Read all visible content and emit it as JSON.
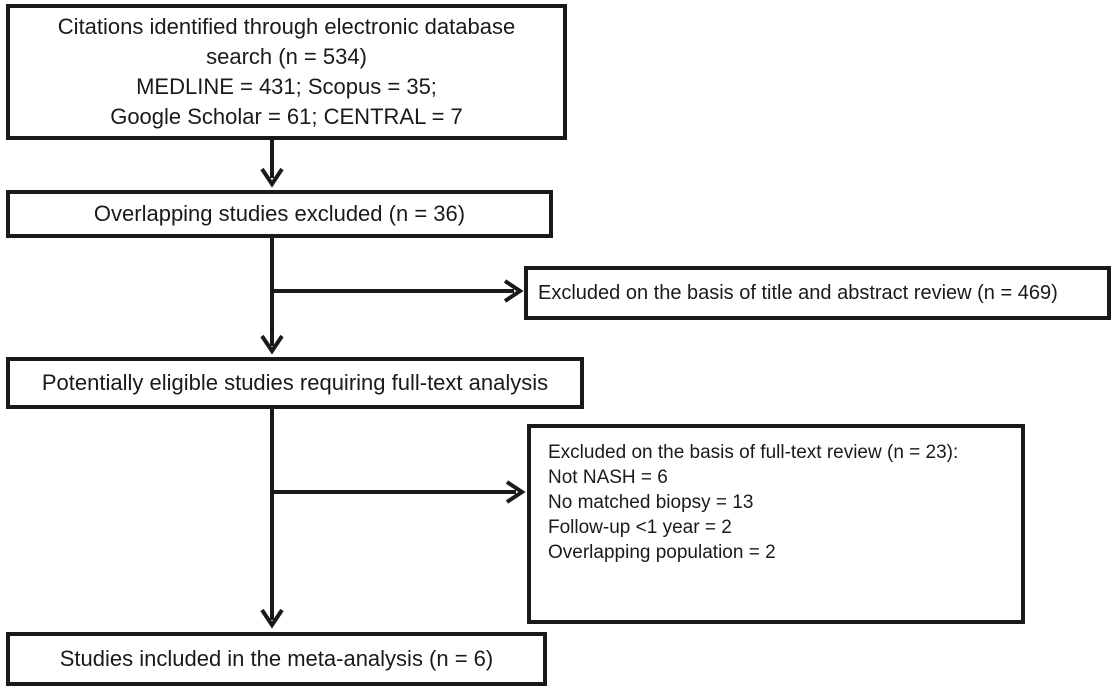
{
  "flowchart": {
    "identified": {
      "lines": [
        "Citations identified through electronic database",
        "search (n = 534)",
        "MEDLINE = 431; Scopus = 35;",
        "Google Scholar = 61; CENTRAL = 7"
      ]
    },
    "overlap_excluded": "Overlapping studies excluded (n = 36)",
    "title_abstract_excluded": "Excluded on the basis of title and abstract review (n = 469)",
    "eligible": "Potentially eligible studies requiring full-text analysis",
    "fulltext_excluded": {
      "heading": "Excluded on the basis of full-text review (n = 23):",
      "reasons": [
        "Not NASH = 6",
        "No matched biopsy = 13",
        "Follow-up <1 year = 2",
        "Overlapping population = 2"
      ]
    },
    "included": "Studies included in the meta-analysis (n = 6)"
  }
}
